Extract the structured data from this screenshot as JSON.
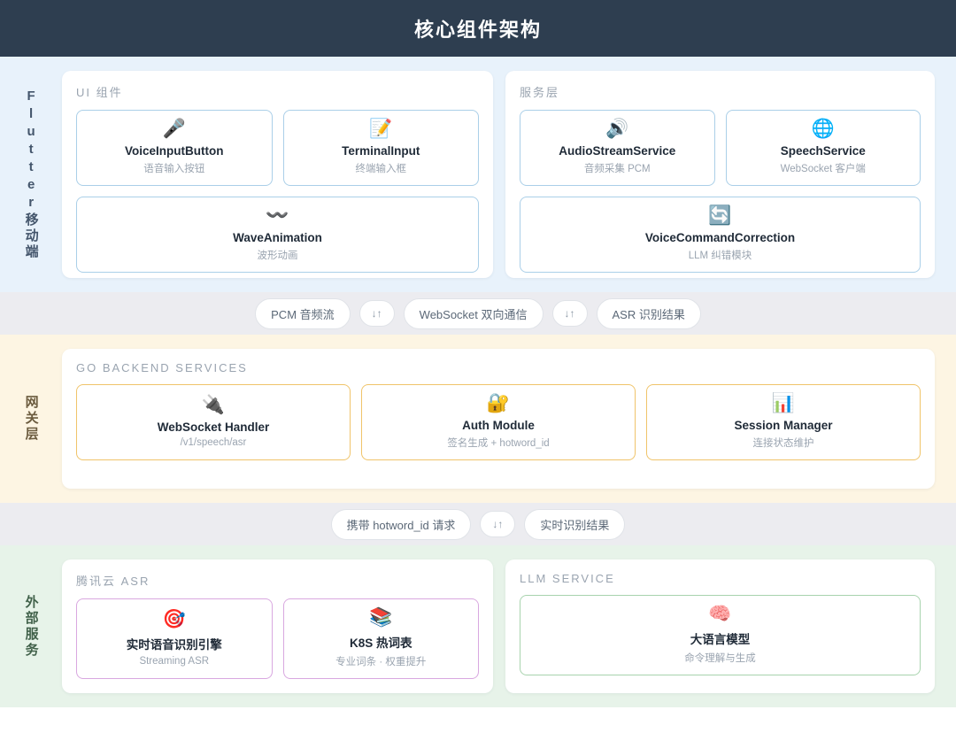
{
  "header": {
    "title": "核心组件架构"
  },
  "sections": [
    {
      "label": "Flutter移动端",
      "panels": [
        {
          "title": "UI 组件",
          "rows": [
            [
              {
                "icon": "microphone-icon",
                "glyph": "🎤",
                "title": "VoiceInputButton",
                "sub": "语音输入按钮"
              },
              {
                "icon": "memo-pencil-icon",
                "glyph": "📝",
                "title": "TerminalInput",
                "sub": "终端输入框"
              }
            ],
            [
              {
                "icon": "wave-icon",
                "glyph": "〰️",
                "title": "WaveAnimation",
                "sub": "波形动画"
              }
            ]
          ]
        },
        {
          "title": "服务层",
          "rows": [
            [
              {
                "icon": "speaker-icon",
                "glyph": "🔊",
                "title": "AudioStreamService",
                "sub": "音频采集 PCM"
              },
              {
                "icon": "globe-icon",
                "glyph": "🌐",
                "title": "SpeechService",
                "sub": "WebSocket 客户端"
              }
            ],
            [
              {
                "icon": "refresh-icon",
                "glyph": "🔄",
                "title": "VoiceCommandCorrection",
                "sub": "LLM 纠错模块"
              }
            ]
          ]
        }
      ]
    },
    {
      "label": "网关层",
      "panels": [
        {
          "title": "GO BACKEND SERVICES",
          "rows": [
            [
              {
                "icon": "plug-icon",
                "glyph": "🔌",
                "title": "WebSocket Handler",
                "sub": "/v1/speech/asr"
              },
              {
                "icon": "lock-icon",
                "glyph": "🔐",
                "title": "Auth Module",
                "sub": "签名生成 + hotword_id"
              },
              {
                "icon": "bar-chart-icon",
                "glyph": "📊",
                "title": "Session Manager",
                "sub": "连接状态维护"
              }
            ]
          ]
        }
      ]
    },
    {
      "label": "外部服务",
      "panels": [
        {
          "title": "腾讯云 ASR",
          "rows": [
            [
              {
                "icon": "dart-target-icon",
                "glyph": "🎯",
                "title": "实时语音识别引擎",
                "sub": "Streaming ASR"
              },
              {
                "icon": "books-icon",
                "glyph": "📚",
                "title": "K8S 热词表",
                "sub": "专业词条 · 权重提升"
              }
            ]
          ]
        },
        {
          "title": "LLM SERVICE",
          "rows": [
            [
              {
                "icon": "brain-icon",
                "glyph": "🧠",
                "title": "大语言模型",
                "sub": "命令理解与生成"
              }
            ]
          ]
        }
      ]
    }
  ],
  "connectors": [
    {
      "chips": [
        "PCM 音频流",
        "↓↑",
        "WebSocket 双向通信",
        "↓↑",
        "ASR 识别结果"
      ]
    },
    {
      "chips": [
        "携带 hotword_id 请求",
        "↓↑",
        "实时识别结果"
      ]
    }
  ],
  "colors": {
    "header_bg": "#2e3e50",
    "flutter_bg": "#e8f2fb",
    "gateway_bg": "#fdf5e3",
    "external_bg": "#e7f3e9",
    "connector_bg": "#ececf0",
    "card_blue_border": "#aacfe8",
    "card_amber_border": "#f0c46a",
    "card_purple_border": "#d9a8e0",
    "card_green_border": "#a8d3ae"
  }
}
